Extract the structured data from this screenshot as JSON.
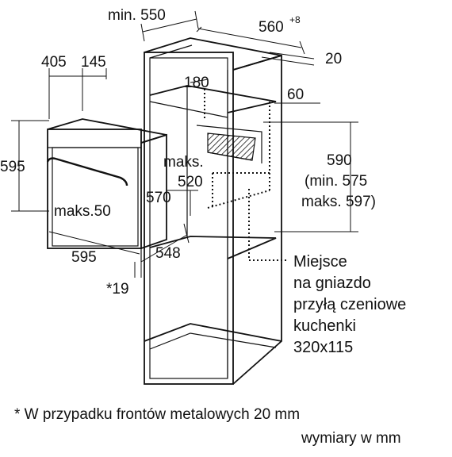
{
  "dimensions": {
    "min_550": "min. 550",
    "w560": "560",
    "w560_sup": "+8",
    "d20": "20",
    "d405": "405",
    "d145": "145",
    "d180": "180",
    "d60": "60",
    "d595_left": "595",
    "maks_line1": "maks.",
    "maks_line2": "520",
    "d590": "590",
    "d590_min": "(min. 575",
    "d590_max": "maks. 597)",
    "d570": "570",
    "maks50": "maks.50",
    "d595_bottom": "595",
    "d548": "548",
    "d19": "*19"
  },
  "socket_note": {
    "line1": "Miejsce",
    "line2": "na gniazdo",
    "line3": "przyłą czeniowe",
    "line4": "kuchenki",
    "line5": "320x115"
  },
  "footer": {
    "note": "* W przypadku frontów metalowych 20 mm",
    "units": "wymiary w mm"
  }
}
